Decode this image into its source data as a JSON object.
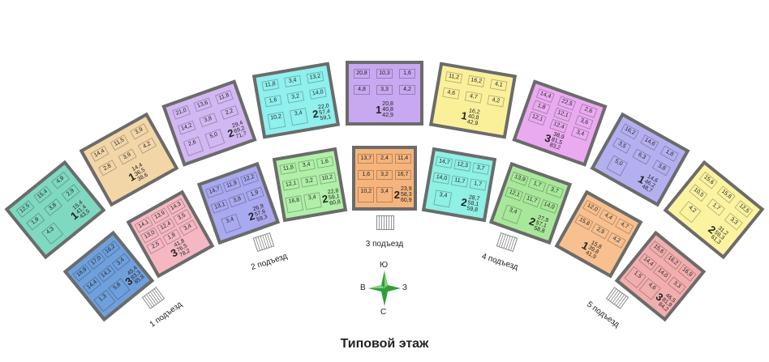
{
  "title": "Типовой этаж",
  "entrances": [
    "1 подъезд",
    "2 подъезд",
    "3 подъезд",
    "4 подъезд",
    "5 подъезд"
  ],
  "compass": {
    "north": "С",
    "south": "Ю",
    "east": "З",
    "west": "В",
    "color": "#2e9e3a"
  },
  "apartments": [
    {
      "color": "#6fa0dc",
      "rooms_count": "3",
      "living": "45,4",
      "total": "83,3",
      "total_with_balcony": "85,8",
      "rooms": [
        "16,9",
        "17,0",
        "16,2",
        "14,4",
        "14,1",
        "3,4",
        "1,3",
        "5,8"
      ]
    },
    {
      "color": "#7fd8c0",
      "rooms_count": "1",
      "living": "15,4",
      "total": "41,4",
      "total_with_balcony": "43,5",
      "rooms": [
        "12,5",
        "15,4",
        "4,9",
        "1,9",
        "3,8",
        "2,9",
        "4,3"
      ]
    },
    {
      "color": "#f3d6a8",
      "rooms_count": "1",
      "living": "14,4",
      "total": "36,5",
      "total_with_balcony": "38,6",
      "rooms": [
        "14,4",
        "11,5",
        "3,9",
        "2,8",
        "3,9",
        "4,2"
      ]
    },
    {
      "color": "#f5b8c2",
      "rooms_count": "3",
      "living": "41,8",
      "total": "76,5",
      "total_with_balcony": "78,2",
      "rooms": [
        "14,1",
        "13,9",
        "14,3",
        "13,0",
        "12,4",
        "3,5",
        "2,5",
        "1,8",
        "3,4"
      ]
    },
    {
      "color": "#a9a9f0",
      "rooms_count": "2",
      "living": "26,9",
      "total": "57,6",
      "total_with_balcony": "59,3",
      "rooms": [
        "14,7",
        "11,9",
        "12,2",
        "13,1",
        "3,8",
        "1,9",
        "3,4"
      ]
    },
    {
      "color": "#d2b8f2",
      "rooms_count": "2",
      "living": "29,4",
      "total": "69,2",
      "total_with_balcony": "71,7",
      "rooms": [
        "21,0",
        "13,6",
        "11,8",
        "14,2",
        "3,8",
        "2,2",
        "2,6",
        "5,0"
      ]
    },
    {
      "color": "#8ff0ee",
      "rooms_count": "2",
      "living": "22,0",
      "total": "57,4",
      "total_with_balcony": "59,1",
      "rooms": [
        "11,8",
        "3,4",
        "13,2",
        "1,6",
        "3,2",
        "14,0",
        "10,2",
        "3,4"
      ]
    },
    {
      "color": "#b0f0a8",
      "rooms_count": "2",
      "living": "22,8",
      "total": "59,1",
      "total_with_balcony": "60,8",
      "rooms": [
        "11,8",
        "3,4",
        "1,6",
        "12,1",
        "3,2",
        "10,2",
        "16,8",
        "3,4"
      ]
    },
    {
      "color": "#c8a8f0",
      "rooms_count": "1",
      "living": "20,8",
      "total": "40,8",
      "total_with_balcony": "42,9",
      "rooms": [
        "20,8",
        "10,3",
        "1,6",
        "4,8",
        "3,3",
        "4,2"
      ]
    },
    {
      "color": "#fbf09a",
      "rooms_count": "1",
      "living": "16,2",
      "total": "40,8",
      "total_with_balcony": "42,9",
      "rooms": [
        "11,2",
        "16,2",
        "4,1",
        "4,6",
        "4,7",
        "4,2"
      ]
    },
    {
      "color": "#f5b47c",
      "rooms_count": "2",
      "living": "23,9",
      "total": "58,3",
      "total_with_balcony": "60,9",
      "rooms": [
        "13,7",
        "2,4",
        "11,4",
        "1,6",
        "3,2",
        "16,7",
        "10,2",
        "3,4"
      ]
    },
    {
      "color": "#eaaaf0",
      "rooms_count": "3",
      "living": "38,9",
      "total": "81,5",
      "total_with_balcony": "83,2",
      "rooms": [
        "14,4",
        "22,5",
        "2,6",
        "1,8",
        "12,1",
        "3,6",
        "12,1",
        "12,4",
        "3,4"
      ]
    },
    {
      "color": "#b4b0f0",
      "rooms_count": "1",
      "living": "14,6",
      "total": "46,2",
      "total_with_balcony": "48,7",
      "rooms": [
        "16,2",
        "14,6",
        "1,8",
        "3,5",
        "6,3",
        "3,8",
        "5,0"
      ]
    },
    {
      "color": "#8ff0e4",
      "rooms_count": "2",
      "living": "28,7",
      "total": "58,1",
      "total_with_balcony": "59,8",
      "rooms": [
        "14,7",
        "12,3",
        "3,7",
        "14,0",
        "11,7",
        "1,7",
        "3,4"
      ]
    },
    {
      "color": "#a8e89a",
      "rooms_count": "2",
      "living": "27,9",
      "total": "57,1",
      "total_with_balcony": "58,8",
      "rooms": [
        "13,9",
        "1,7",
        "3,7",
        "12,1",
        "11,7",
        "14,0",
        "3,4"
      ]
    },
    {
      "color": "#fbf3a0",
      "rooms_count": "2",
      "living": "31,2",
      "total": "59,3",
      "total_with_balcony": "61,3",
      "rooms": [
        "15,6",
        "15,6",
        "12,5",
        "10,5",
        "1,7",
        "3,3",
        "4,2"
      ]
    },
    {
      "color": "#f7c08e",
      "rooms_count": "1",
      "living": "15,8",
      "total": "39,8",
      "total_with_balcony": "41,9",
      "rooms": [
        "12,0",
        "4,4",
        "4,7",
        "15,8",
        "2,9",
        "4,2"
      ]
    },
    {
      "color": "#f2aeae",
      "rooms_count": "3",
      "living": "46,5",
      "total": "81,9",
      "total_with_balcony": "84,2",
      "rooms": [
        "15,6",
        "16,2",
        "16,9",
        "14,4",
        "14,0",
        "3,3",
        "1,5",
        "4,6"
      ]
    }
  ]
}
